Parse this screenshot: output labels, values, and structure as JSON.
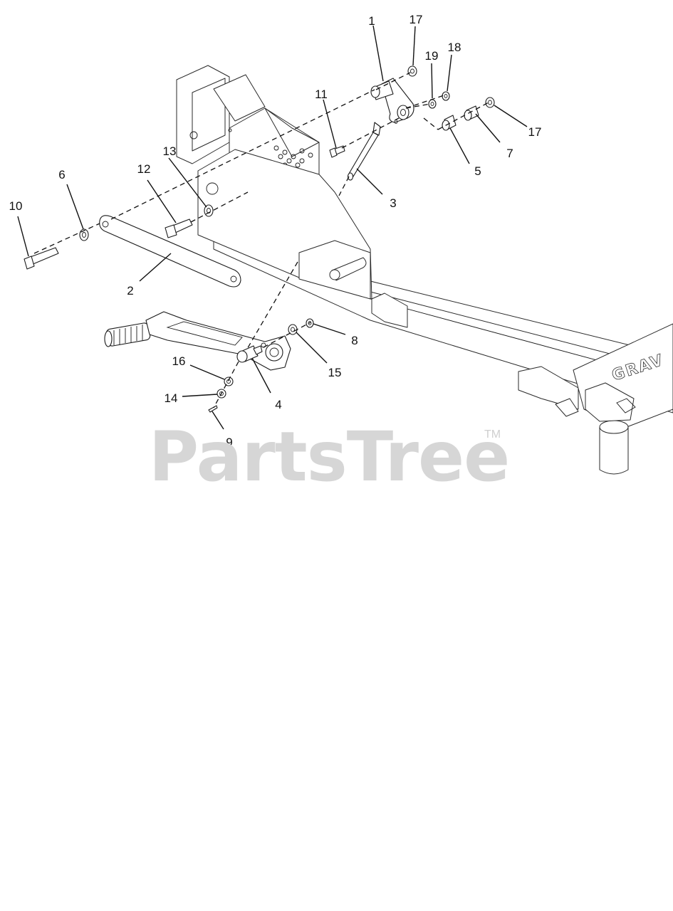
{
  "watermark": {
    "text": "PartsTree",
    "trademark": "TM"
  },
  "frame_brand": "GRAV",
  "callouts": {
    "c1": "1",
    "c2": "2",
    "c3": "3",
    "c4": "4",
    "c5": "5",
    "c6": "6",
    "c7": "7",
    "c8": "8",
    "c9": "9",
    "c10": "10",
    "c11": "11",
    "c12": "12",
    "c13": "13",
    "c14": "14",
    "c15": "15",
    "c16": "16",
    "c17a": "17",
    "c17b": "17",
    "c18": "18",
    "c19": "19"
  }
}
